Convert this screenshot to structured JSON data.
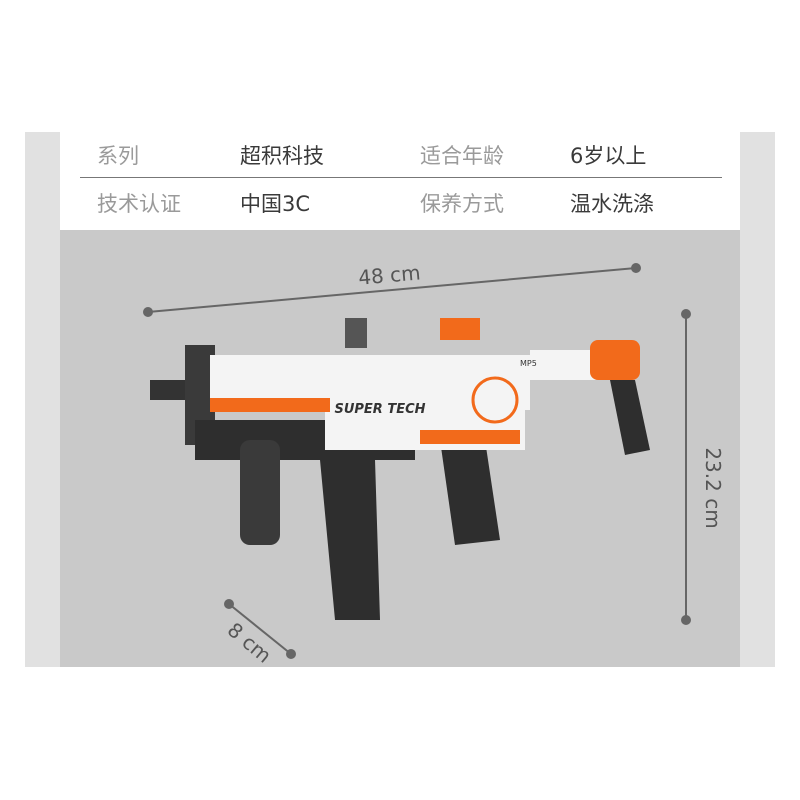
{
  "specs": [
    {
      "label": "系列",
      "value": "超积科技"
    },
    {
      "label": "适合年龄",
      "value": "6岁以上"
    },
    {
      "label": "技术认证",
      "value": "中国3C"
    },
    {
      "label": "保养方式",
      "value": "温水洗涤"
    }
  ],
  "dimensions": {
    "length": "48 cm",
    "height": "23.2 cm",
    "width": "8 cm"
  },
  "product": {
    "brand_logo": "SUPER TECH",
    "model_mark": "MP5"
  },
  "colors": {
    "accent": "#f26a1b",
    "body": "#f4f4f4",
    "dark": "#2e2e2e",
    "panel": "#c9c9c9"
  }
}
